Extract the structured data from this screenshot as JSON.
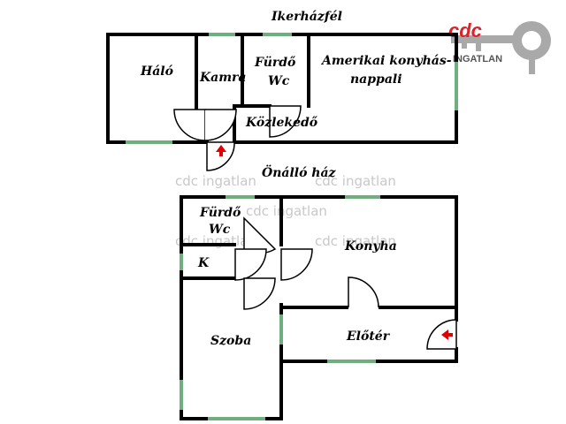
{
  "titles": {
    "top_plan": "Ikerházfél",
    "bottom_plan": "Önálló ház"
  },
  "top_rooms": {
    "halo": "Háló",
    "kamra": "Kamra",
    "furdo_line1": "Fürdő",
    "furdo_line2": "Wc",
    "konyha_line1": "Amerikai konyhás-",
    "konyha_line2": "nappali",
    "kozlekedo": "Közlekedő"
  },
  "bottom_rooms": {
    "furdo_line1": "Fürdő",
    "furdo_line2": "Wc",
    "k": "K",
    "konyha": "Konyha",
    "szoba": "Szoba",
    "eloter": "Előtér"
  },
  "watermark": {
    "text": "cdc ingatlan"
  },
  "logo": {
    "brand": "cdc",
    "sub": "INGATLAN"
  },
  "colors": {
    "wall": "#000000",
    "window": "#6fae7f",
    "entrance_arrow": "#e00000",
    "logo_red": "#d9242b"
  }
}
